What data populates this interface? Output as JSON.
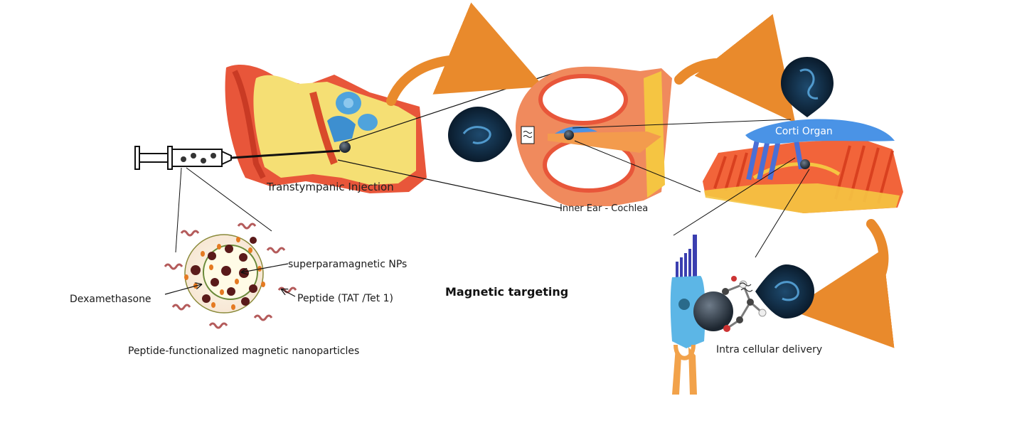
{
  "labels": {
    "transtympanic": "Transtympanic Injection",
    "cochlea": "Inner Ear - Cochlea",
    "corti": "Corti Organ",
    "magnetic_targeting": "Magnetic targeting",
    "superparamagnetic": "superparamagnetic NPs",
    "dexamethasone": "Dexamethasone",
    "peptide": "Peptide (TAT /Tet 1)",
    "nanoparticle_title": "Peptide-functionalized magnetic nanoparticles",
    "intracellular": "Intra cellular delivery"
  },
  "colors": {
    "arrow": "#e98a2c",
    "ear_red": "#e8563a",
    "ear_yellow": "#f5df74",
    "corti_blue": "#4a93e6",
    "np_dark": "#5a1a1a",
    "np_orange": "#e47a22",
    "magnet_bg": "#0b1d33"
  }
}
